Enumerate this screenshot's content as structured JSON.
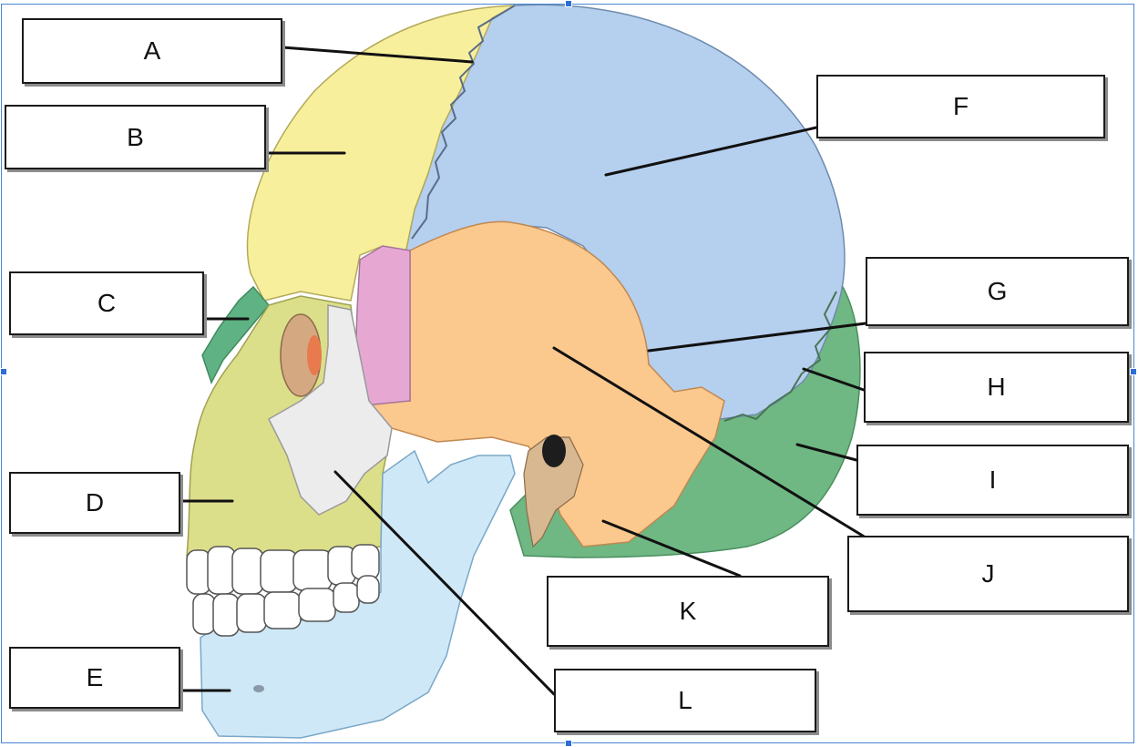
{
  "labels": {
    "A": "A",
    "B": "B",
    "C": "C",
    "D": "D",
    "E": "E",
    "F": "F",
    "G": "G",
    "H": "H",
    "I": "I",
    "J": "J",
    "K": "K",
    "L": "L"
  },
  "colors": {
    "frontal_bone": "#f7ef9c",
    "parietal_bone": "#b5cfee",
    "temporal_bone": "#fbc88e",
    "occipital_bone": "#6fb783",
    "sphenoid_bone": "#e6a8d3",
    "zygomatic_bone": "#ececec",
    "maxilla": "#dcdf8a",
    "mandible": "#cfe8f7",
    "nasal_bone": "#5fb283",
    "lacrimal_bone": "#e87a4e",
    "teeth": "#ffffff",
    "leader_line": "#111111",
    "selection": "#2b6fd6"
  }
}
